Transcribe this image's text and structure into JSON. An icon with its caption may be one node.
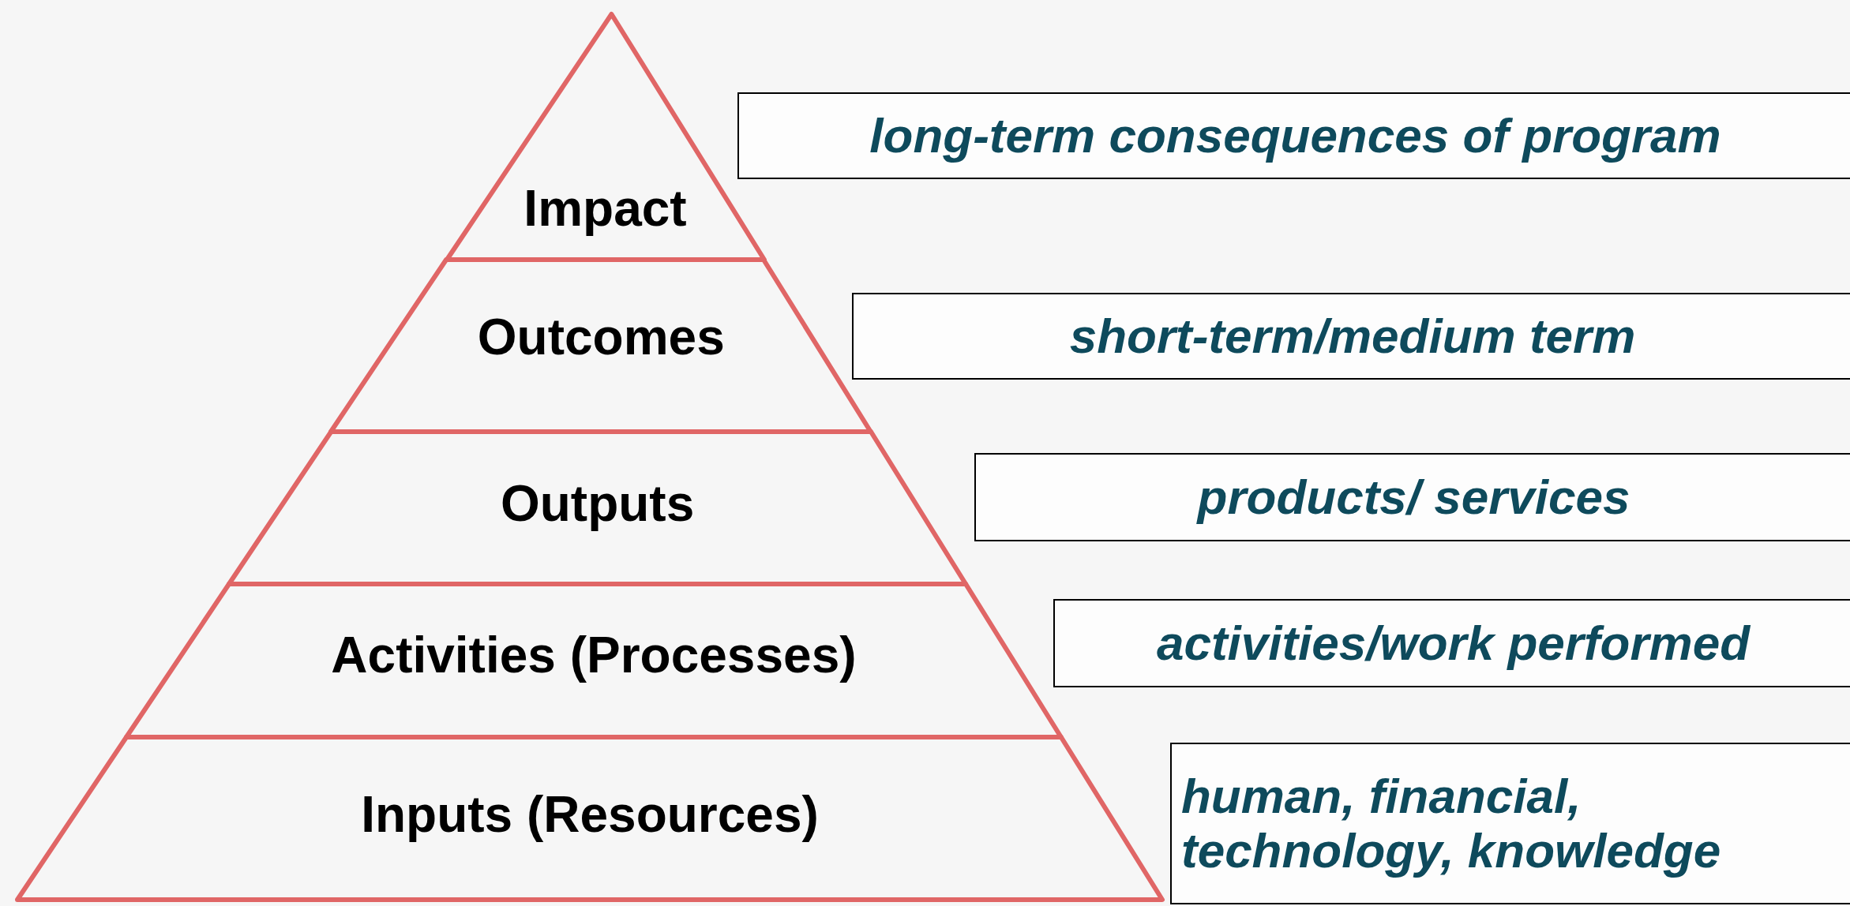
{
  "diagram": {
    "nodes": [
      {
        "text": [
          "Impact"
        ]
      },
      {
        "text": [
          "Outcomes"
        ]
      },
      {
        "text": [
          "Outputs"
        ]
      },
      {
        "text": [
          "Activities (Processes)"
        ]
      },
      {
        "text": [
          "Inputs (Resources)"
        ]
      },
      {
        "text": [
          "long-term consequences of program"
        ]
      },
      {
        "text": [
          "short-term/medium term"
        ]
      },
      {
        "text": [
          "products/ services"
        ]
      },
      {
        "text": [
          "activities/work performed"
        ]
      },
      {
        "text": [
          "human, financial, technology, knowledge"
        ]
      }
    ]
  }
}
